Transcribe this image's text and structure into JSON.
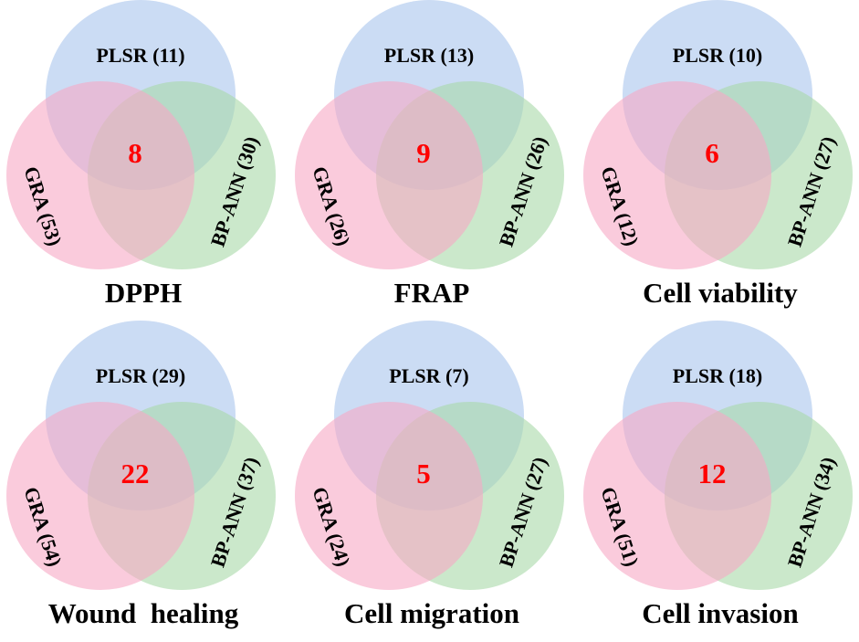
{
  "colors": {
    "plsr_fill": "#a9c4ec",
    "gra_fill": "#f7a8c4",
    "bpann_fill": "#a8d9a8",
    "count_color": "#ff0000",
    "label_color": "#000000"
  },
  "panels": [
    {
      "title": "DPPH",
      "plsr": "PLSR (11)",
      "gra": "GRA (53)",
      "bpann": "BP-ANN (30)",
      "common": "8"
    },
    {
      "title": "FRAP",
      "plsr": "PLSR (13)",
      "gra": "GRA (26)",
      "bpann": "BP-ANN (26)",
      "common": "9"
    },
    {
      "title": "Cell viability",
      "plsr": "PLSR (10)",
      "gra": "GRA (12)",
      "bpann": "BP-ANN (27)",
      "common": "6"
    },
    {
      "title": "Wound  healing",
      "plsr": "PLSR (29)",
      "gra": "GRA (54)",
      "bpann": "BP-ANN (37)",
      "common": "22"
    },
    {
      "title": "Cell migration",
      "plsr": "PLSR (7)",
      "gra": "GRA (24)",
      "bpann": "BP-ANN (27)",
      "common": "5"
    },
    {
      "title": "Cell invasion",
      "plsr": "PLSR (18)",
      "gra": "GRA (51)",
      "bpann": "BP-ANN (34)",
      "common": "12"
    }
  ]
}
